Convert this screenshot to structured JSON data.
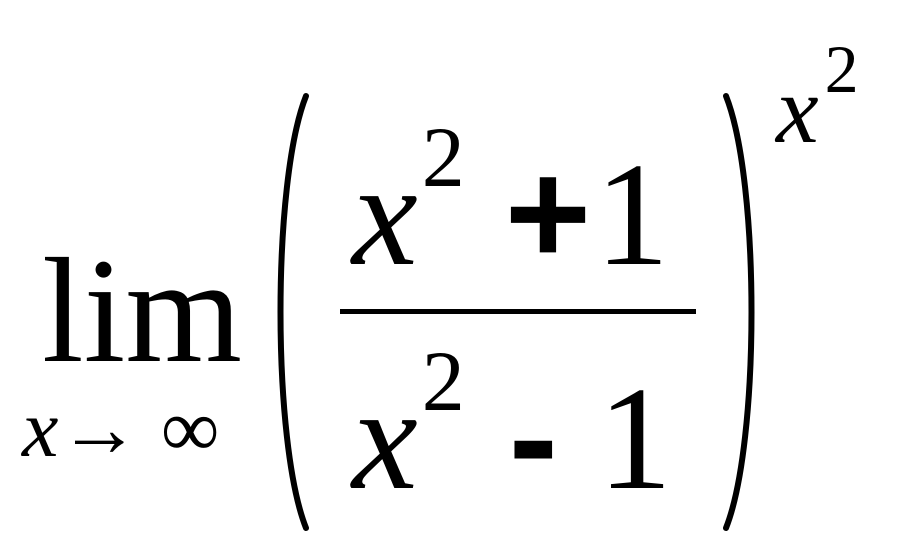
{
  "formula": {
    "lim_word": "lim",
    "limit_variable": "x",
    "arrow": "→",
    "limit_target": "∞",
    "numerator": {
      "base": "x",
      "power": "2",
      "operator": "+",
      "constant": "1"
    },
    "denominator": {
      "base": "x",
      "power": "2",
      "operator": "-",
      "constant": "1"
    },
    "outer_exponent": {
      "base": "x",
      "power": "2"
    }
  }
}
